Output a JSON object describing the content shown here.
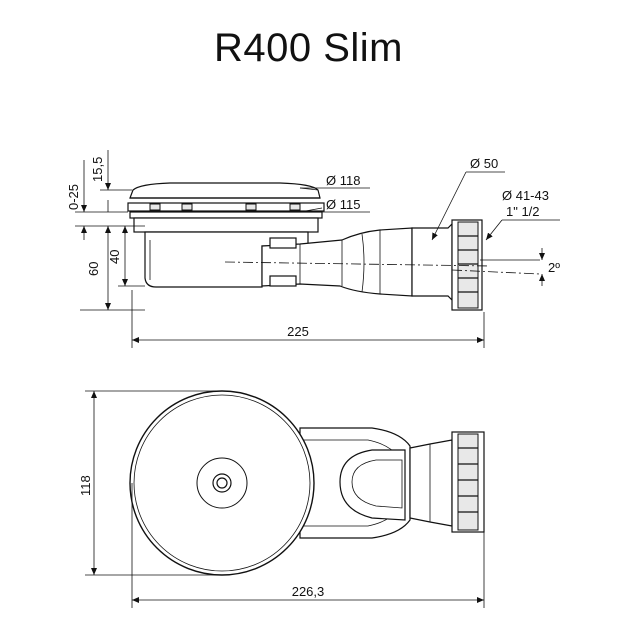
{
  "title": "R400 Slim",
  "side_view": {
    "dim_0_25": "0-25",
    "dim_15_5": "15,5",
    "dim_60": "60",
    "dim_40": "40",
    "dim_d118": "Ø 118",
    "dim_d115": "Ø 115",
    "dim_d50": "Ø 50",
    "dim_d41_43": "Ø 41-43",
    "dim_thread": "1\" 1/2",
    "dim_angle": "2º",
    "dim_225": "225"
  },
  "top_view": {
    "dim_118": "118",
    "dim_226_3": "226,3"
  }
}
